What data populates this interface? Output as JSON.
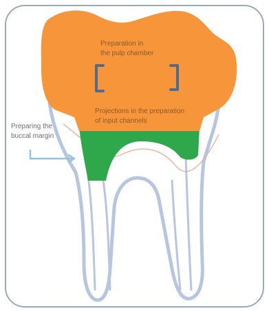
{
  "labels": {
    "pulp_chamber_line1": "Preparation in",
    "pulp_chamber_line2": "the pulp chamber",
    "projections_line1": "Projections in the preparation",
    "projections_line2": "of input channels",
    "buccal_line1": "Preparing the",
    "buccal_line2": "buccal margin"
  },
  "colors": {
    "crown": "#f7953a",
    "preparation": "#2ea84a",
    "tooth_outline": "#b7c6df",
    "frame": "#9aa8bd",
    "bracket": "#4f6b8f",
    "arrow": "#8fc3dc",
    "gingival_line": "#e9a98e"
  }
}
